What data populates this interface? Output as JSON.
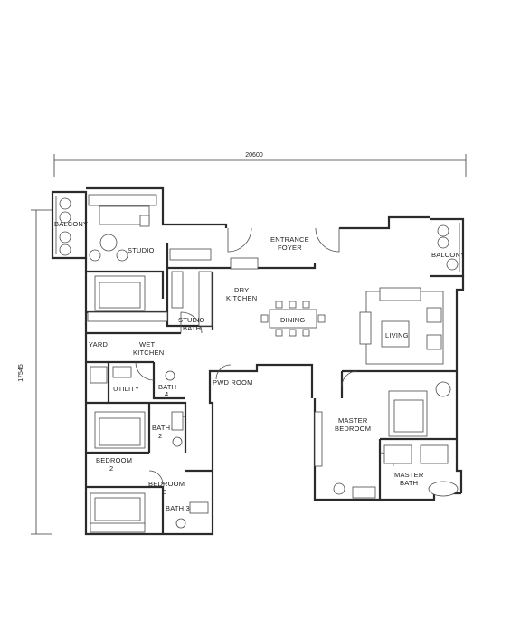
{
  "dimensions": {
    "width": "20600",
    "height": "17545"
  },
  "rooms": {
    "balcony_left": "BALCONY",
    "balcony_right": "BALCONY",
    "studio": "STUDIO",
    "entrance": "ENTRANCE",
    "foyer": "FOYER",
    "dry": "DRY",
    "kitchen": "KITCHEN",
    "dining": "DINING",
    "living": "LIVING",
    "studio_line1": "STUDIO",
    "studio_bath": "BATH",
    "yard": "YARD",
    "wet": "WET",
    "wet_kitchen": "KITCHEN",
    "utility": "UTILITY",
    "bath4": "BATH",
    "bath4_num": "4",
    "pwd_room": "PWD ROOM",
    "master_bedroom_l1": "MASTER",
    "master_bedroom_l2": "BEDROOM",
    "bath2": "BATH",
    "bath2_num": "2",
    "bedroom2": "BEDROOM",
    "bedroom2_num": "2",
    "bedroom3": "BEDROOM",
    "bedroom3_num": "3",
    "bath3": "BATH 3",
    "master_bath_l1": "MASTER",
    "master_bath_l2": "BATH"
  }
}
